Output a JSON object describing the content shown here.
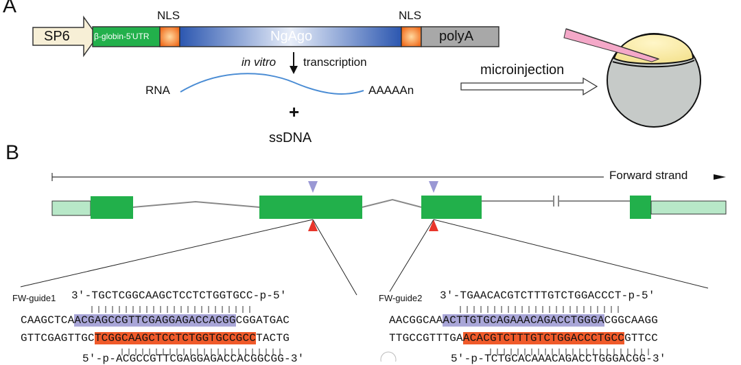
{
  "panel_a": {
    "letter": "A",
    "construct": {
      "promoter": "SP6",
      "utr": "β-globin-5'UTR",
      "nls_left": "NLS",
      "nls_right": "NLS",
      "gene": "NgAgo",
      "polya": "polyA"
    },
    "transcription_italic": "in vitro",
    "transcription_rest": "transcription",
    "rna_label": "RNA",
    "polya_tail": "AAAAAn",
    "plus": "+",
    "ssdna": "ssDNA",
    "microinjection": "microinjection"
  },
  "panel_b": {
    "letter": "B",
    "forward_strand": "Forward strand",
    "guide1": {
      "name": "FW-guide1",
      "guide_seq": "3'-TGCTCGGCAAGCTCCTCTGGTGCC-p-5'",
      "top_pre": "CAAGCTCA",
      "top_hl": "ACGAGCCGTTCGAGGAGACCACGG",
      "top_post": "CGGATGAC",
      "bot_pre": "GTTCGAGTTGC",
      "bot_hl": "TCGGCAAGCTCCTCTGGTGCCGCC",
      "bot_post": "TACTG",
      "partial": "5'-p-ACGCCGTTCGAGGAGACCACGGCGG-3'"
    },
    "guide2": {
      "name": "FW-guide2",
      "guide_seq": "3'-TGAACACGTCTTTGTCTGGACCCT-p-5'",
      "top_pre": "AACGGCAA",
      "top_hl": "ACTTGTGCAGAAACAGACCTGGGA",
      "top_post": "CGGCAAGG",
      "bot_pre": "TTGCCGTTTGA",
      "bot_hl": "ACACGTCTTTGTCTGGACCCTGCC",
      "bot_post": "GTTCC",
      "partial": "5'-p-TCTGCACAAACAGACCTGGGACGG-3'"
    }
  },
  "colors": {
    "green": "#22b04b",
    "light_green": "#b8e8c8",
    "blue": "#3a62b5",
    "purple": "#a9a6d8",
    "red": "#f05a2a"
  }
}
